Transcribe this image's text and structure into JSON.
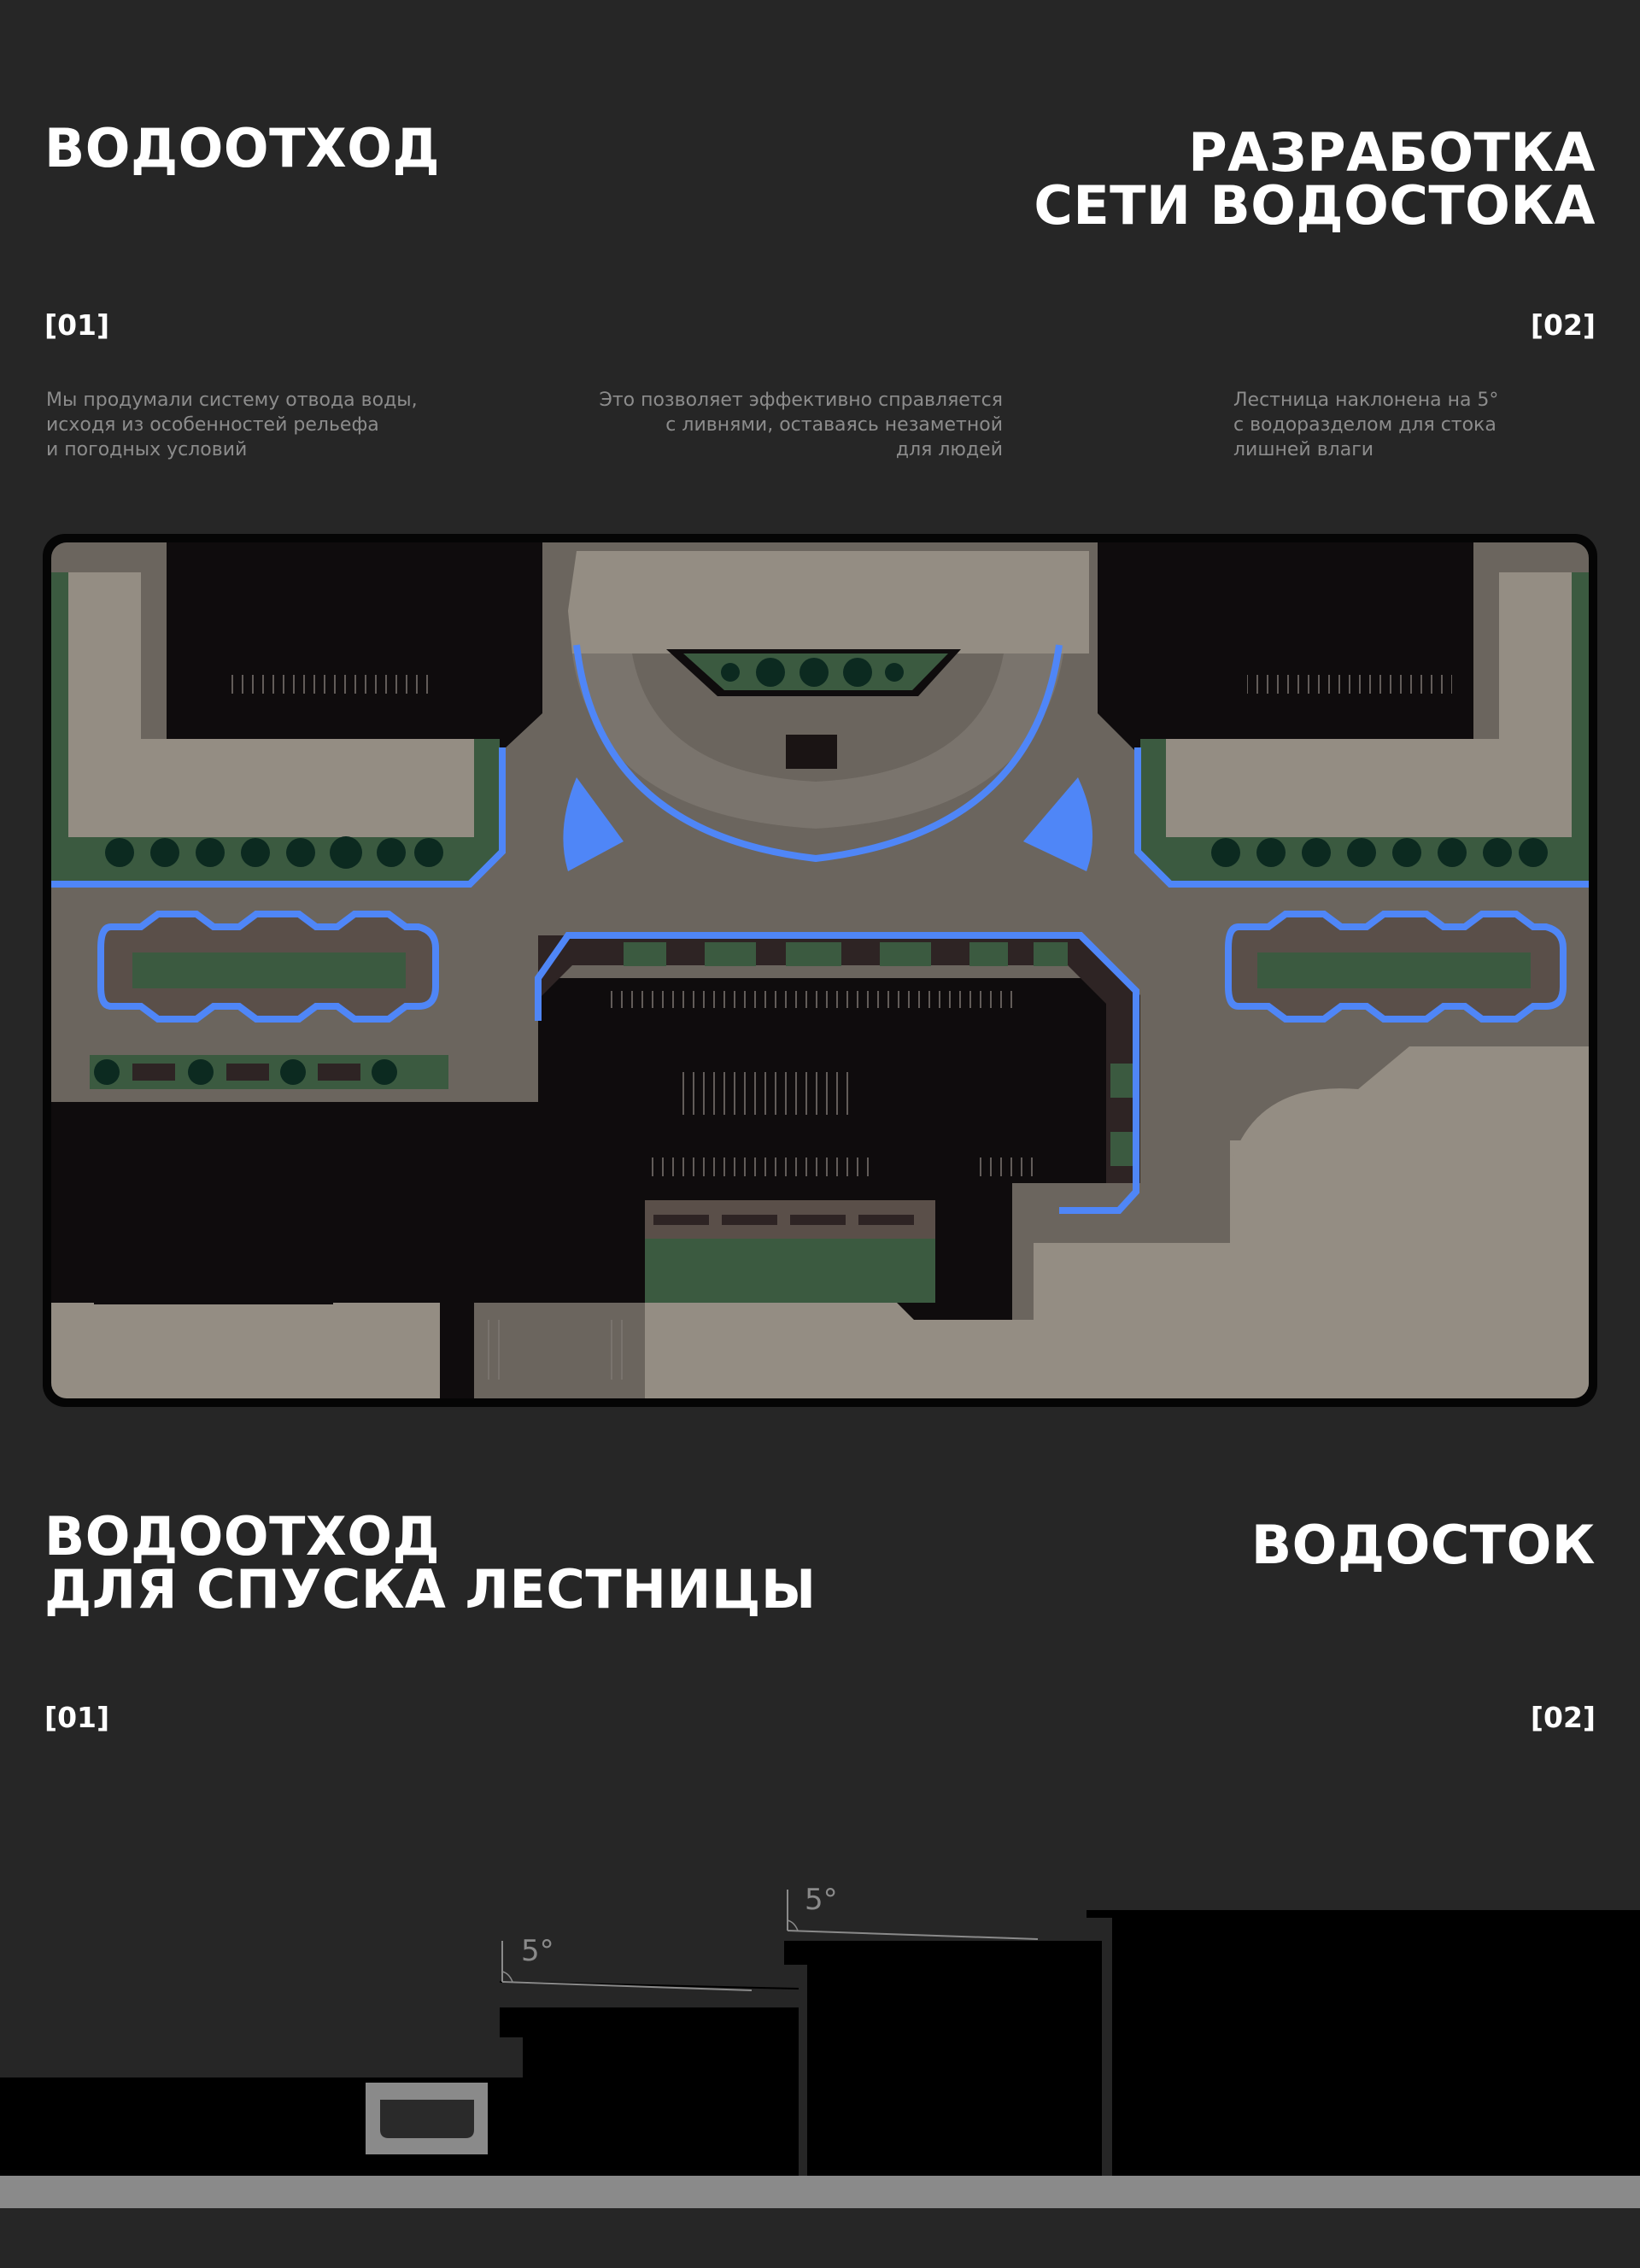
{
  "header": {
    "title_left": "ВОДООТХОД",
    "title_right_lines": [
      "РАЗРАБОТКА",
      "СЕТИ ВОДОСТОКА"
    ],
    "num_left": "[01]",
    "num_right": "[02]"
  },
  "captions": [
    {
      "lines": [
        "Мы продумали систему отвода воды,",
        "исходя из особенностей рельефа",
        "и погодных условий"
      ]
    },
    {
      "lines": [
        "Это позволяет эффективно справляется",
        "с ливнями, оставаясь незаметной",
        "для людей"
      ]
    },
    {
      "lines": [
        "Лестница наклонена на 5°",
        "с водоразделом для стока",
        "лишней влаги"
      ]
    }
  ],
  "section_headers": {
    "title_left_lines": [
      "ВОДООТХОД",
      "ДЛЯ СПУСКА ЛЕСТНИЦЫ"
    ],
    "title_right": "ВОДОСТОК",
    "num_left": "[01]",
    "num_right": "[02]"
  },
  "section_drawing": {
    "angle_label_1": "5°",
    "angle_label_2": "5°"
  },
  "colors": {
    "background": "#262626",
    "drain_blue": "#4f86f7",
    "paving": "#6b655e",
    "pale_paving": "#948d83",
    "greenery": "#3b5a40",
    "building": "#0f0c0d"
  }
}
